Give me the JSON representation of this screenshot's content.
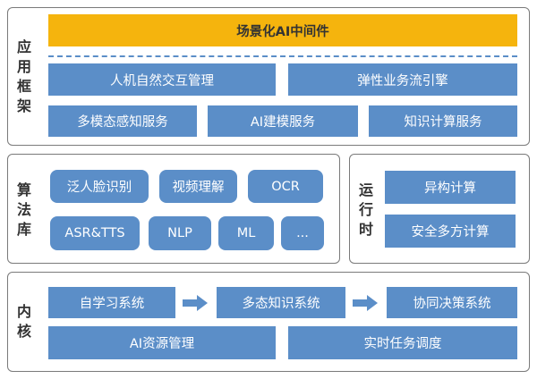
{
  "framework": {
    "label": [
      "应",
      "用",
      "框",
      "架"
    ],
    "banner": "场景化AI中间件",
    "row1": [
      "人机自然交互管理",
      "弹性业务流引擎"
    ],
    "row2": [
      "多模态感知服务",
      "AI建模服务",
      "知识计算服务"
    ]
  },
  "algorithms": {
    "label": [
      "算",
      "法",
      "库"
    ],
    "row1": [
      "泛人脸识别",
      "视频理解",
      "OCR"
    ],
    "row2": [
      "ASR&TTS",
      "NLP",
      "ML",
      "..."
    ]
  },
  "runtime": {
    "label": [
      "运",
      "行",
      "时"
    ],
    "items": [
      "异构计算",
      "安全多方计算"
    ]
  },
  "kernel": {
    "label": [
      "内",
      "核"
    ],
    "flow": [
      "自学习系统",
      "多态知识系统",
      "协同决策系统"
    ],
    "row2": [
      "AI资源管理",
      "实时任务调度"
    ]
  },
  "colors": {
    "box": "#5b8ec8",
    "banner": "#f5b40d",
    "border": "#7a7a7a"
  }
}
